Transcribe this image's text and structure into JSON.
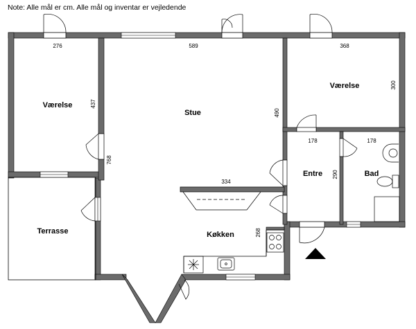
{
  "note": "Note: Alle mål er cm. Alle mål og inventar er vejledende",
  "rooms": {
    "vaerelse_left": "Værelse",
    "stue": "Stue",
    "vaerelse_right": "Værelse",
    "entre": "Entre",
    "bad": "Bad",
    "terrasse": "Terrasse",
    "kokken": "Køkken"
  },
  "dimensions": {
    "d276": "276",
    "d589": "589",
    "d368": "368",
    "d437": "437",
    "d490": "490",
    "d300": "300",
    "d768": "768",
    "d178a": "178",
    "d178b": "178",
    "d290": "290",
    "d334": "334",
    "d268": "268"
  },
  "colors": {
    "wall": "#6b6b6b",
    "line": "#000000",
    "window": "#ffffff",
    "background": "#ffffff"
  },
  "icons": {
    "entrance_marker": "triangle-up",
    "stove": "four-burner-hob",
    "sink": "kitchen-sink",
    "toilet": "toilet",
    "washbasin": "washbasin"
  }
}
